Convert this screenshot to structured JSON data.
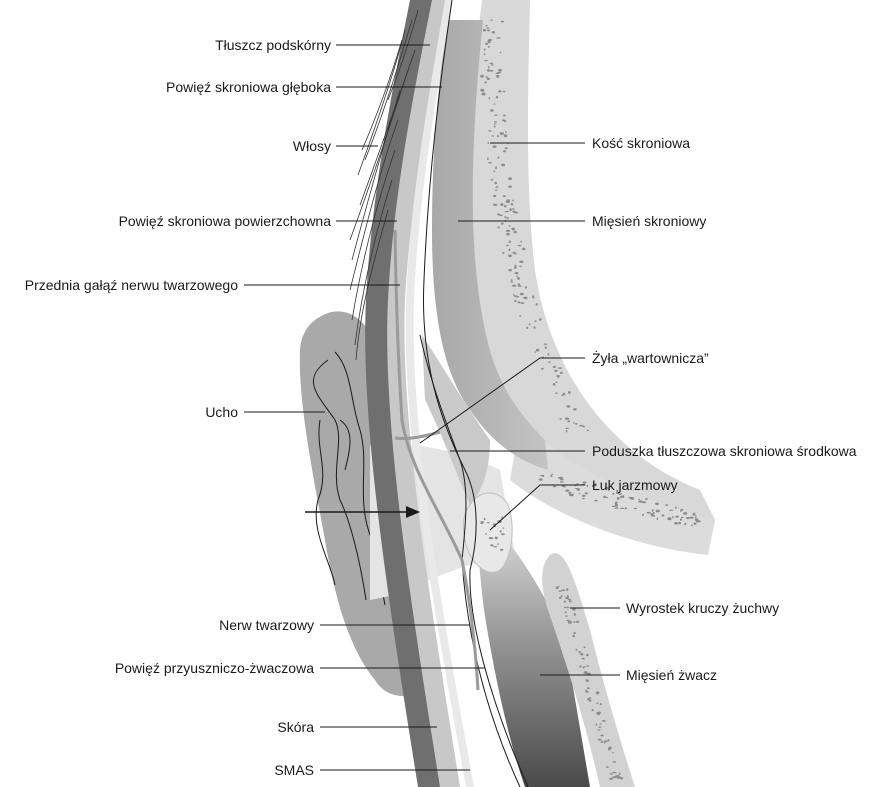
{
  "diagram": {
    "labels_left": {
      "subcutaneous_fat": "Tłuszcz podskórny",
      "deep_temporal_fascia": "Powięź skroniowa głęboka",
      "hair": "Włosy",
      "superficial_temporal_fascia": "Powięź skroniowa powierzchowna",
      "frontal_branch_facial_nerve": "Przednia gałąź nerwu twarzowego",
      "ear": "Ucho",
      "facial_nerve": "Nerw twarzowy",
      "parotidomasseteric_fascia": "Powięź przyuszniczo-żwaczowa",
      "skin": "Skóra",
      "smas": "SMAS"
    },
    "labels_right": {
      "temporal_bone": "Kość skroniowa",
      "temporalis_muscle": "Mięsień skroniowy",
      "sentinel_vein": "Żyła „wartownicza”",
      "middle_temporal_fat_pad": "Poduszka tłuszczowa skroniowa środkowa",
      "zygomatic_arch": "Łuk jarzmowy",
      "coronoid_process": "Wyrostek kruczy żuchwy",
      "masseter_muscle": "Mięsień żwacz"
    }
  }
}
